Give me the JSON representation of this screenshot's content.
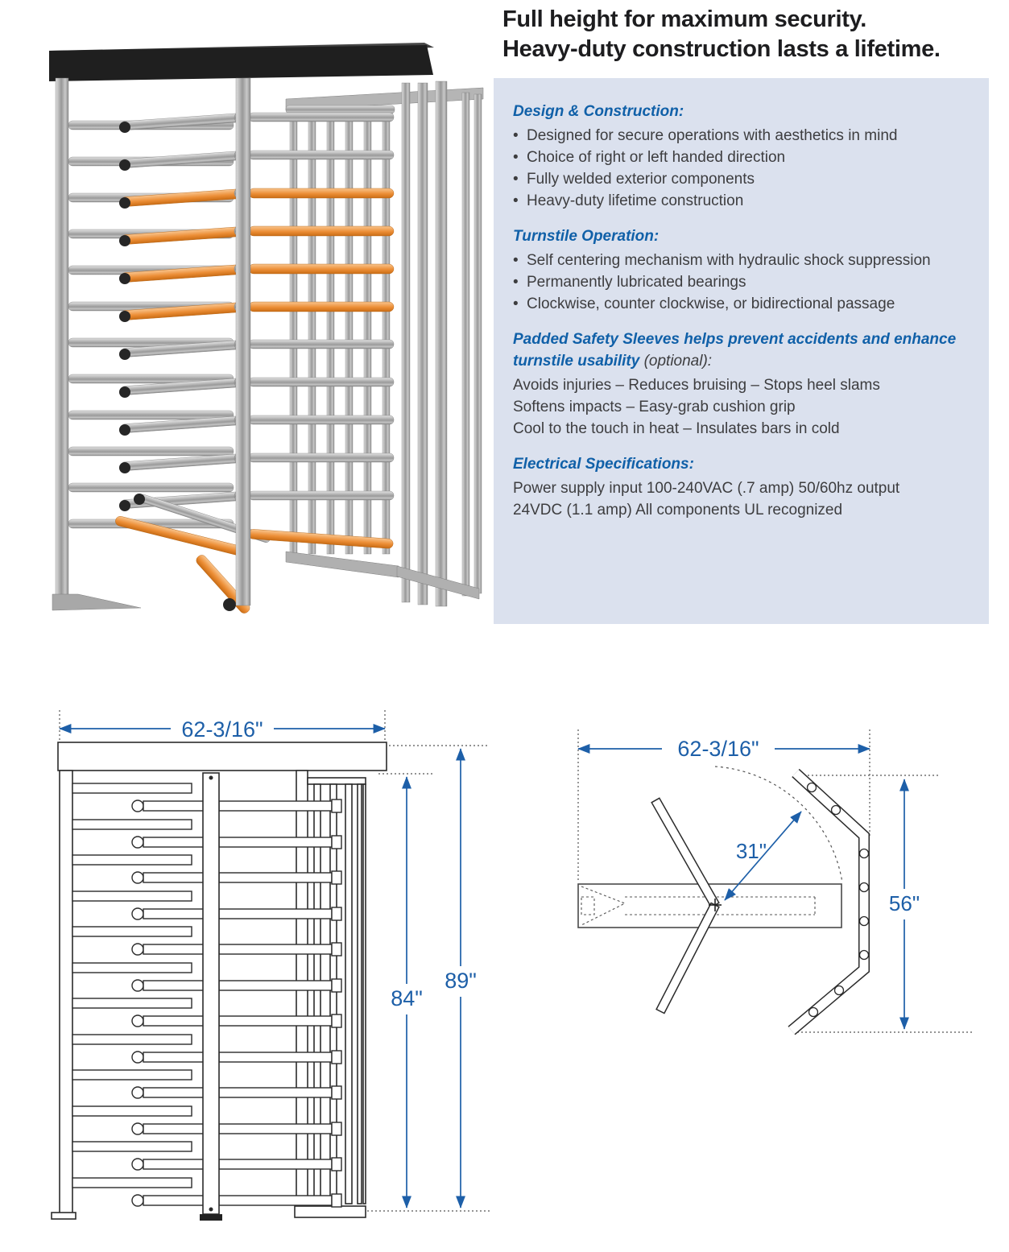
{
  "headline": {
    "line1": "Full height for maximum security.",
    "line2": "Heavy-duty construction lasts a lifetime."
  },
  "info_panel": {
    "background": "#dbe1ee",
    "heading_color": "#1060a8",
    "body_color": "#3d3d3f",
    "bullet_char": "•",
    "sections": [
      {
        "title": "Design & Construction:",
        "bullets": [
          "Designed for secure operations with aesthetics in mind",
          "Choice of right or left handed direction",
          "Fully welded exterior components",
          "Heavy-duty lifetime construction"
        ]
      },
      {
        "title": "Turnstile Operation:",
        "bullets": [
          "Self centering mechanism with hydraulic shock suppression",
          "Permanently lubricated bearings",
          "Clockwise, counter clockwise, or bidirectional passage"
        ]
      },
      {
        "title_line1": "Padded Safety Sleeves helps prevent accidents and enhance",
        "title_line2": "turnstile usability",
        "title_suffix": " (optional):",
        "lines": [
          "Avoids injuries – Reduces bruising – Stops heel slams",
          "Softens impacts – Easy-grab cushion grip",
          "Cool to the touch in heat – Insulates bars in cold"
        ]
      },
      {
        "title": "Electrical Specifications:",
        "lines": [
          "Power supply input 100-240VAC (.7 amp) 50/60hz output",
          "24VDC (1.1 amp) All components UL recognized"
        ]
      }
    ]
  },
  "front_drawing": {
    "width_label": "62-3/16\"",
    "inner_height_label": "84\"",
    "outer_height_label": "89\""
  },
  "plan_drawing": {
    "width_label": "62-3/16\"",
    "arm_radius_label": "31\"",
    "depth_label": "56\""
  },
  "colors": {
    "dimension_blue": "#1d5fa8",
    "line_dark": "#2b2b2b",
    "sleeve_orange": "#ec8e36",
    "steel_gray": "#b0b0b0",
    "cap_black": "#1f1f1f",
    "panel_blue": "#dbe1ee"
  }
}
